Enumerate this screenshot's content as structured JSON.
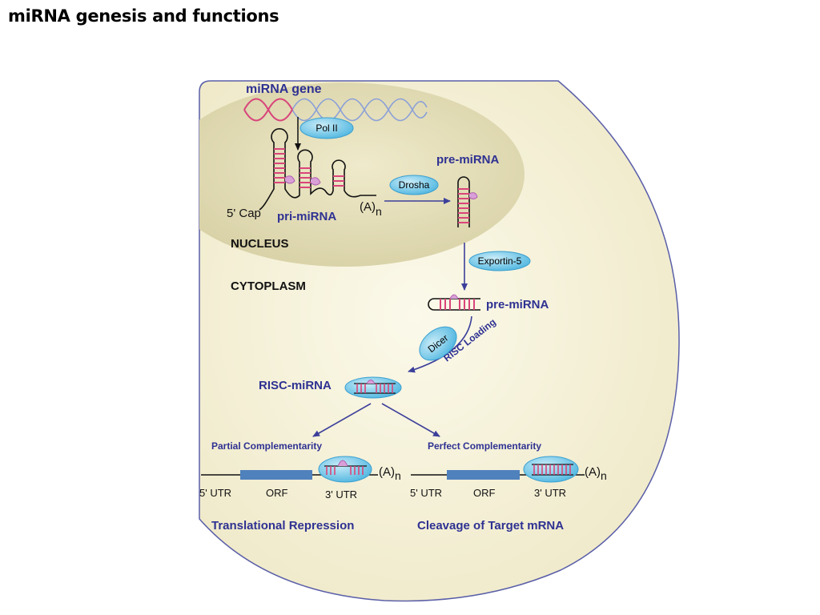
{
  "title": "miRNA genesis and functions",
  "colors": {
    "cytoplasm_fill": "#f4f0d8",
    "nucleus_fill": "#e2dcb8",
    "cell_border": "#5a5fa8",
    "arrow": "#3c3f9a",
    "enzyme_fill": "#69c6e9",
    "rna_pink": "#d9457a",
    "gene_blue": "#8aa0d8",
    "orf_blue": "#4f81bd",
    "label_blue": "#2e3192"
  },
  "diagram": {
    "mirna_gene": "miRNA gene",
    "pol_ii": "Pol II",
    "cap_5": "5' Cap",
    "pri_mirna": "pri-miRNA",
    "poly_a": "(A)",
    "poly_a_sub": "n",
    "drosha": "Drosha",
    "pre_mirna_nucleus": "pre-miRNA",
    "nucleus": "NUCLEUS",
    "cytoplasm": "CYTOPLASM",
    "exportin": "Exportin-5",
    "pre_mirna_cytoplasm": "pre-miRNA",
    "dicer": "Dicer",
    "risc_loading": "RISC Loading",
    "risc_mirna": "RISC-miRNA",
    "partial": "Partial Complementarity",
    "perfect": "Perfect Complementarity",
    "utr5_left": "5' UTR",
    "orf_left": "ORF",
    "utr3_left": "3' UTR",
    "poly_a_left": "(A)",
    "poly_a_left_sub": "n",
    "utr5_right": "5' UTR",
    "orf_right": "ORF",
    "utr3_right": "3' UTR",
    "poly_a_right": "(A)",
    "poly_a_right_sub": "n",
    "translational_repression": "Translational Repression",
    "cleavage": "Cleavage of Target mRNA"
  }
}
